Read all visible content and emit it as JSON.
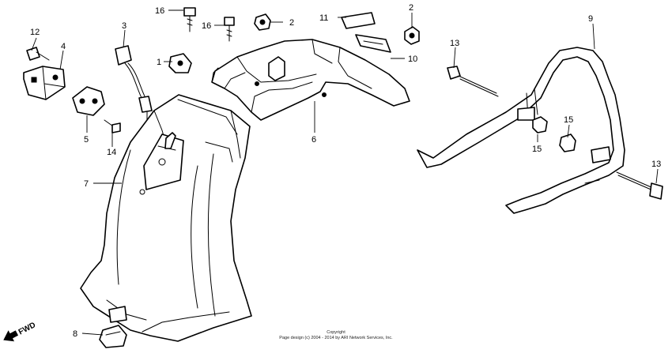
{
  "diagram": {
    "callouts": [
      {
        "id": "c16a",
        "label": "16"
      },
      {
        "id": "c16b",
        "label": "16"
      },
      {
        "id": "c2a",
        "label": "2"
      },
      {
        "id": "c2b",
        "label": "2"
      },
      {
        "id": "c11",
        "label": "11"
      },
      {
        "id": "c10",
        "label": "10"
      },
      {
        "id": "c9",
        "label": "9"
      },
      {
        "id": "c12",
        "label": "12"
      },
      {
        "id": "c3",
        "label": "3"
      },
      {
        "id": "c4",
        "label": "4"
      },
      {
        "id": "c1",
        "label": "1"
      },
      {
        "id": "c13a",
        "label": "13"
      },
      {
        "id": "c13b",
        "label": "13"
      },
      {
        "id": "c5",
        "label": "5"
      },
      {
        "id": "c14",
        "label": "14"
      },
      {
        "id": "c6",
        "label": "6"
      },
      {
        "id": "c15a",
        "label": "15"
      },
      {
        "id": "c15b",
        "label": "15"
      },
      {
        "id": "c7",
        "label": "7"
      },
      {
        "id": "c8",
        "label": "8"
      }
    ],
    "fwd_label": "FWD",
    "copyright_line1": "Copyright",
    "copyright_line2": "Page design (c) 2004 - 2014 by ARI Network Services, Inc."
  }
}
